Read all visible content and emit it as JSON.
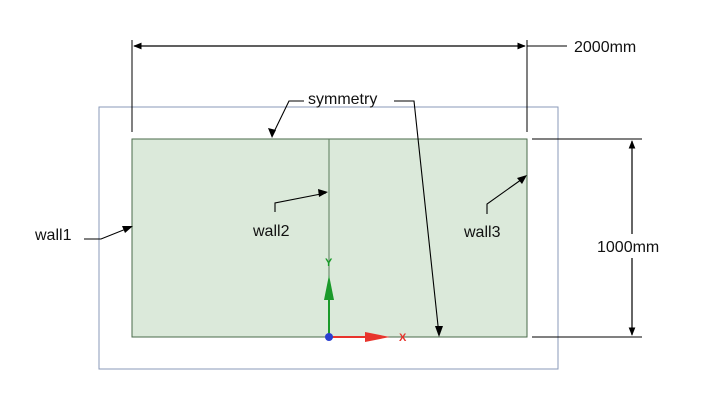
{
  "dimensions": {
    "width_label": "2000mm",
    "height_label": "1000mm"
  },
  "labels": {
    "symmetry": "symmetry",
    "wall1": "wall1",
    "wall2": "wall2",
    "wall3": "wall3"
  },
  "axes": {
    "x_label": "X",
    "y_label": "Y",
    "x_color": "#e8342c",
    "y_color": "#1a9a2a",
    "origin_color": "#2a3fd0"
  },
  "colors": {
    "domain_fill": "#dbe9da",
    "domain_stroke": "#4a6a4a",
    "frame_stroke": "#8a9ab8",
    "dimension_line": "#000000"
  }
}
